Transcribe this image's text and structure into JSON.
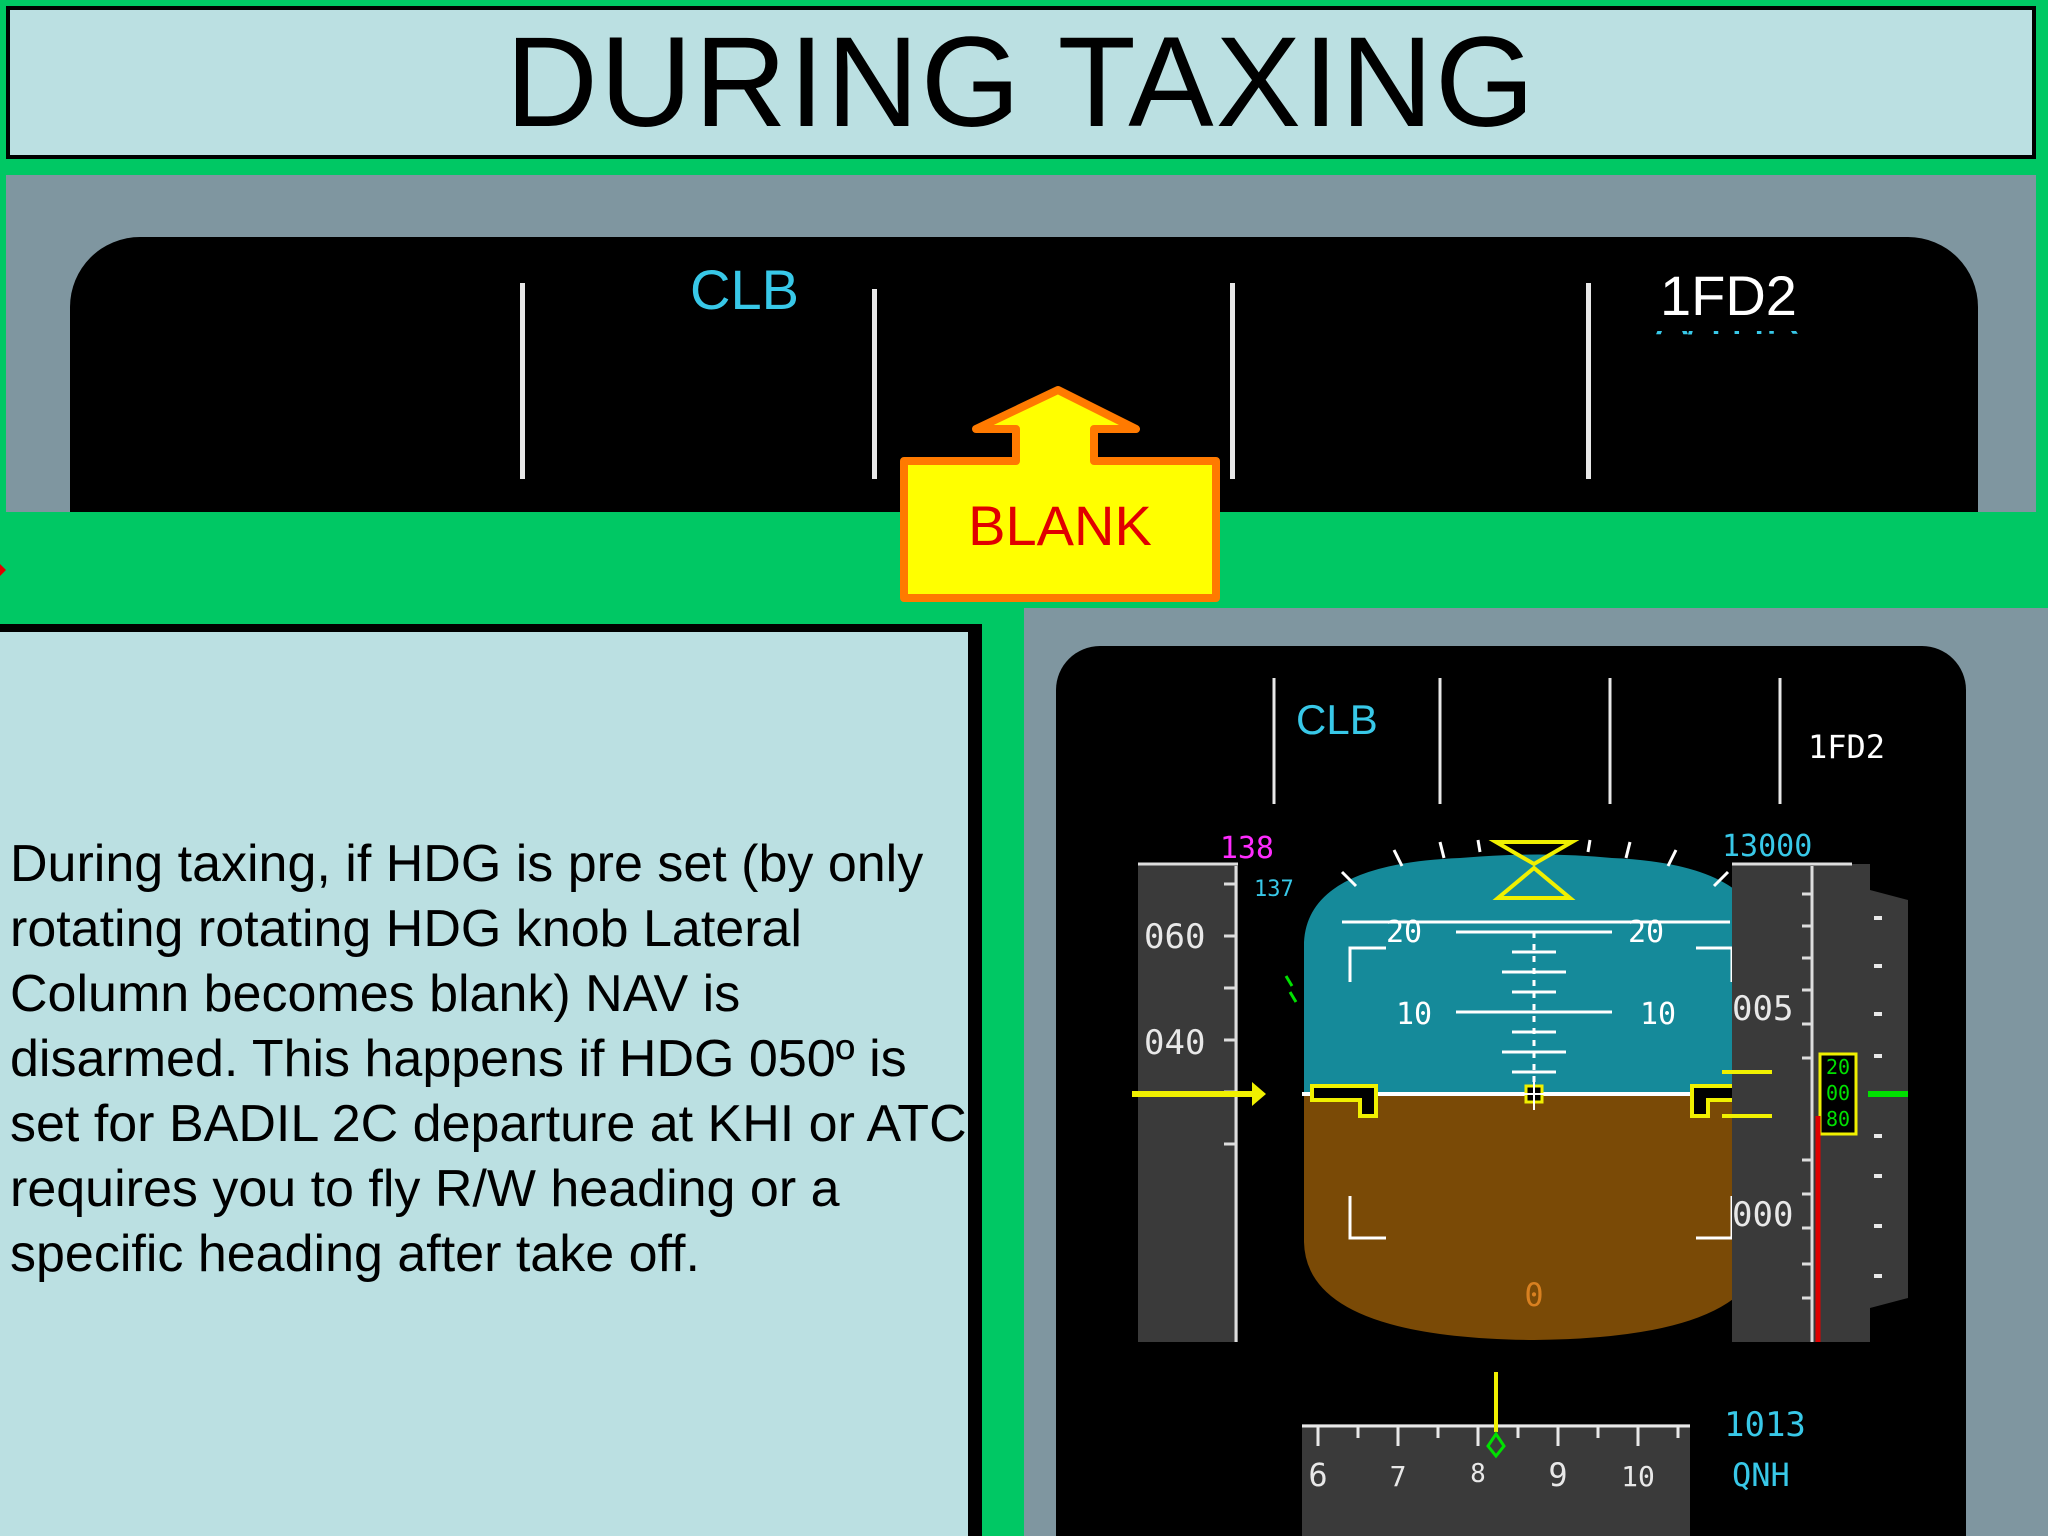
{
  "title": "DURING TAXING",
  "top_fma": {
    "col2": "CLB",
    "col5": "1FD2",
    "col5_sub": "A/THR"
  },
  "callout": {
    "label": "BLANK",
    "arrow_direction": "up",
    "fill_color": "#ffff00",
    "border_color": "#ff7a00",
    "text_color": "#e00000"
  },
  "note": {
    "text": "During taxing, if HDG is pre set (by only rotating rotating HDG knob Lateral Column becomes blank) NAV is disarmed. This happens if HDG 050º is set for BADIL 2C departure at KHI or ATC requires you to fly R/W heading or a specific heading after take off."
  },
  "pfd": {
    "fma_col2": "CLB",
    "fma_col5": "1FD2",
    "speed": {
      "target": "138",
      "v2": "137",
      "tape_labels": [
        "060",
        "040"
      ]
    },
    "altitude": {
      "target": "13000",
      "tape_labels": [
        "005",
        "000"
      ],
      "window_digits": [
        "20",
        "00",
        "80"
      ]
    },
    "attitude": {
      "pitch_labels": [
        "20",
        "20",
        "10",
        "10"
      ],
      "bottom_value": "0"
    },
    "heading": {
      "labels": [
        "6",
        "7",
        "8",
        "9",
        "10"
      ]
    },
    "baro": {
      "value": "1013",
      "mode": "QNH"
    },
    "colors": {
      "sky": "#158a9a",
      "ground": "#7a4a06",
      "cyan": "#38c8e8",
      "magenta": "#ff2cff",
      "yellow": "#f0f000",
      "green": "#00e000",
      "orange": "#d88020"
    }
  }
}
